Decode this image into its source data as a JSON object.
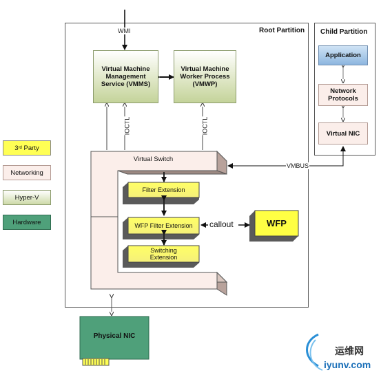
{
  "root_partition": {
    "title": "Root Partition"
  },
  "child_partition": {
    "title": "Child Partition"
  },
  "labels": {
    "wmi": "WMI",
    "ioctl_left": "IOCTL",
    "ioctl_right": "IOCTL",
    "vmbus": "VMBUS",
    "callout": "callout"
  },
  "boxes": {
    "vmms": "Virtual Machine Management Service (VMMS)",
    "vmwp": "Virtual Machine Worker Process (VMWP)",
    "virtual_switch": "Virtual Switch",
    "filter_extension": "Filter Extension",
    "wfp_filter_extension": "WFP Filter Extension",
    "switching_extension": "Switching Extension",
    "wfp": "WFP",
    "physical_nic": "Physical NIC",
    "application": "Application",
    "network_protocols": "Network Protocols",
    "virtual_nic": "Virtual NIC"
  },
  "legend": {
    "third_party_base": "3",
    "third_party_sup": "rd",
    "third_party_rest": " Party",
    "networking": "Networking",
    "hyperv": "Hyper-V",
    "hardware": "Hardware"
  },
  "watermark": {
    "text": "运维网",
    "url": "iyunv.com"
  },
  "colors": {
    "third_party": "#ffff55",
    "networking": "#fbeeea",
    "hyperv": "#cddaa8",
    "hardware": "#4fa07a",
    "switch_face": "#fbeeea",
    "switch_side": "#b8a29b",
    "switch_top": "#d8c6bf",
    "wfp": "#ffff44",
    "application": "#8db6df"
  }
}
